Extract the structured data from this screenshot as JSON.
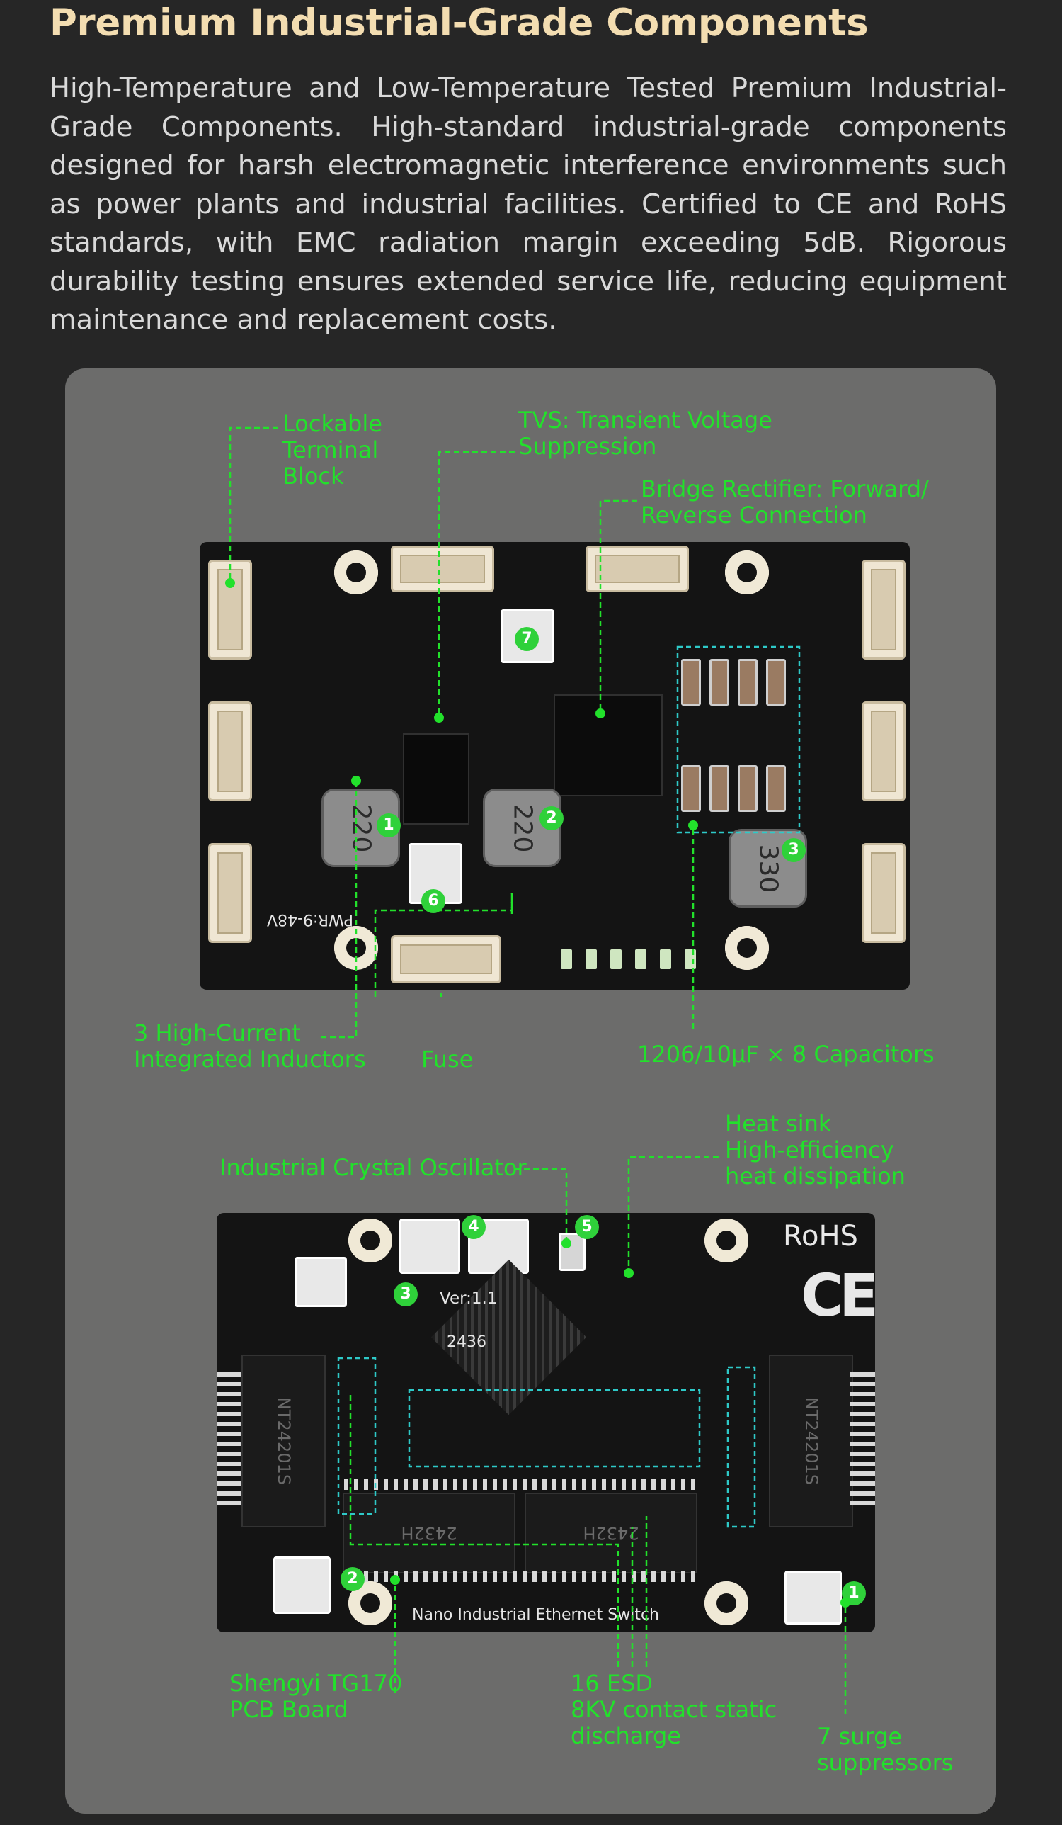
{
  "title": "Premium Industrial-Grade Components",
  "description": "High-Temperature and Low-Temperature Tested Premium Industrial-Grade Components. High-standard industrial-grade components designed for harsh electromagnetic interference environments such as power plants and industrial facilities. Certified to CE and RoHS standards, with EMC radiation margin exceeding 5dB. Rigorous durability testing ensures extended service life, reducing equipment maintenance and replacement costs.",
  "colors": {
    "background": "#262626",
    "panel": "#6c6c6b",
    "title": "#f3ddb1",
    "callout": "#22e12b",
    "highlight_box": "#2ec9c8"
  },
  "top_board": {
    "callouts": {
      "terminal_block": "Lockable\nTerminal\nBlock",
      "tvs": "TVS: Transient Voltage\nSuppression",
      "bridge_rectifier": "Bridge Rectifier: Forward/\nReverse Connection",
      "inductors": "3 High-Current\nIntegrated Inductors",
      "fuse": "Fuse",
      "capacitors": "1206/10μF × 8 Capacitors"
    },
    "inductor_marks": [
      "220",
      "220",
      "330"
    ],
    "silk_power": "PWR:9-48V",
    "markers": [
      "1",
      "2",
      "3",
      "6",
      "7"
    ]
  },
  "bottom_board": {
    "callouts": {
      "oscillator": "Industrial Crystal Oscillator",
      "heat_sink": "Heat sink\nHigh-efficiency\nheat dissipation",
      "pcb": "Shengyi TG170\nPCB Board",
      "esd": "16 ESD\n8KV contact static\ndischarge",
      "surge": "7 surge\nsuppressors"
    },
    "version": "Ver:1.1",
    "date_code": "2436",
    "rohs": "RoHS",
    "ce": "CE",
    "transformer_mark": "NT24201S",
    "transformer_code": "2432H",
    "product_name": "Nano Industrial Ethernet Switch",
    "markers": [
      "4",
      "5",
      "3",
      "2",
      "1"
    ]
  }
}
